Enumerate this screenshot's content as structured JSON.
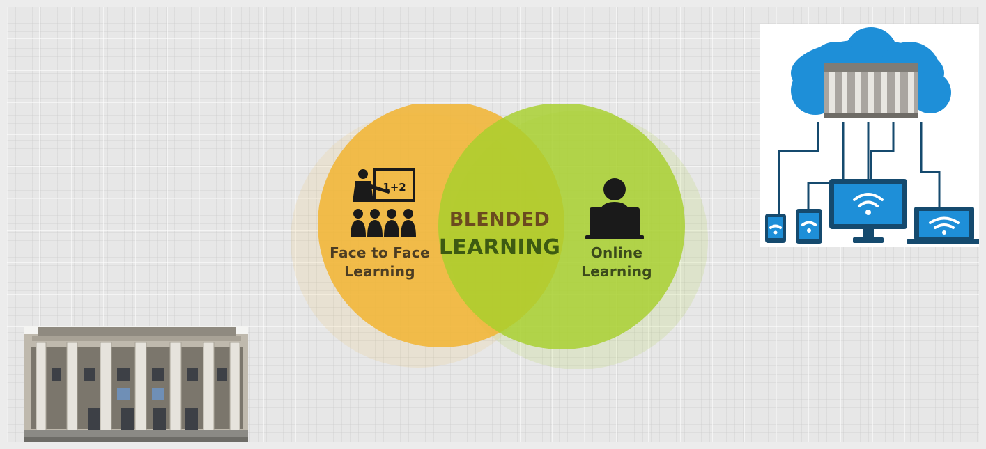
{
  "venn": {
    "left_label": "Face to Face\nLearning",
    "center_top": "BLENDED",
    "center_bottom": "LEARNING",
    "right_label": "Online\nLearning"
  },
  "colors": {
    "left_circle": "#f1b536",
    "right_circle": "#a7cf2c",
    "overlap": "#c8c32a",
    "cloud": "#1e8fd8",
    "devices": "#154a6e"
  },
  "icons": {
    "left": "teacher-classroom-icon",
    "right": "person-laptop-icon",
    "cloud": "cloud-network-icon",
    "photo": "university-building-photo"
  },
  "teacher_board_text": "1+2"
}
